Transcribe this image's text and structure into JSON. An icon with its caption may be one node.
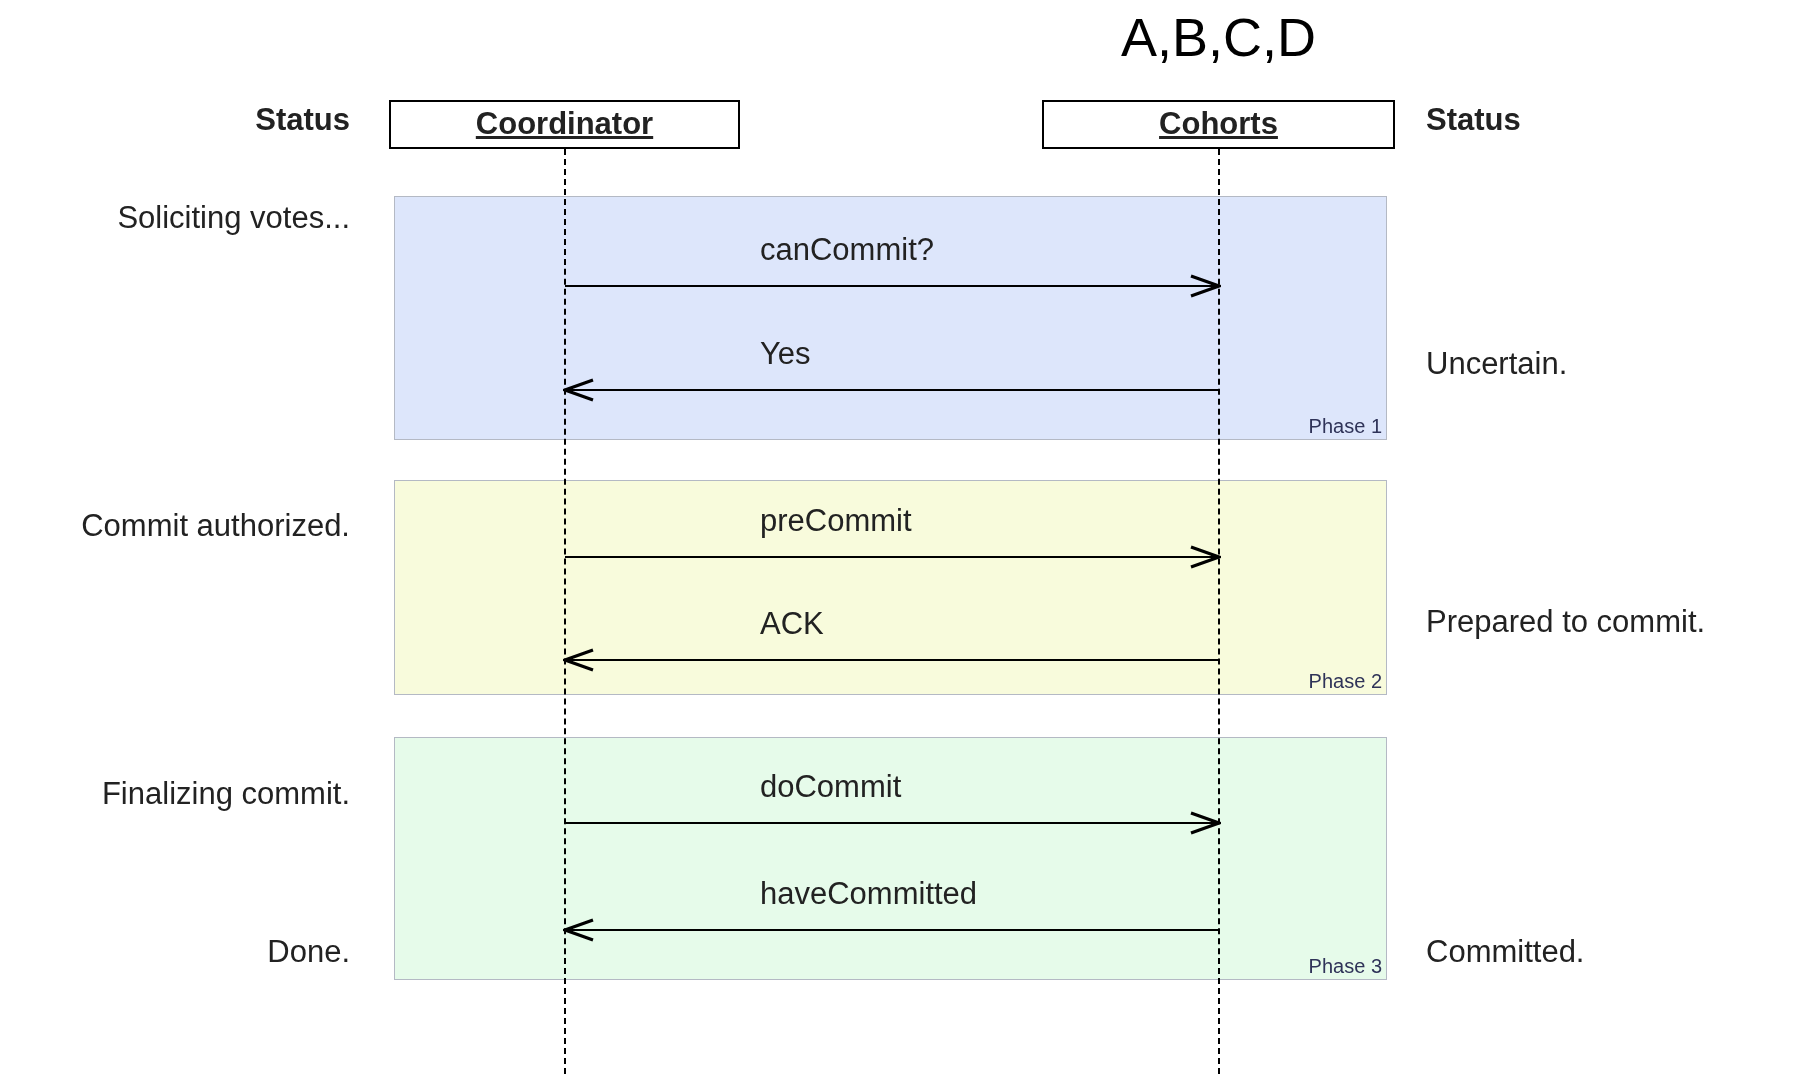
{
  "diagram": {
    "nodes": [
      {
        "text": [
          "Coordinator"
        ]
      },
      {
        "text": [
          "Cohorts"
        ],
        "beside": [
          "A,B,C,D"
        ]
      },
      {
        "text": [],
        "shape": "line"
      },
      {
        "text": [],
        "shape": "line"
      }
    ],
    "edges": [
      {
        "from": 2,
        "to": 3,
        "arrow": "to",
        "label": "canCommit?"
      },
      {
        "from": 3,
        "to": 2,
        "arrow": "to",
        "label": "Yes"
      },
      {
        "from": 2,
        "to": 3,
        "arrow": "to",
        "label": "preCommit"
      },
      {
        "from": 3,
        "to": 2,
        "arrow": "to",
        "label": "ACK"
      },
      {
        "from": 2,
        "to": 3,
        "arrow": "to",
        "label": "doCommit"
      },
      {
        "from": 3,
        "to": 2,
        "arrow": "to",
        "label": "haveCommitted"
      }
    ],
    "labels": [
      "Status",
      "Status",
      "Soliciting votes...",
      "Uncertain.",
      "Phase 1",
      "Commit authorized.",
      "Prepared to commit.",
      "Phase 2",
      "Finalizing commit.",
      "Done.",
      "Committed.",
      "Phase 3"
    ]
  }
}
